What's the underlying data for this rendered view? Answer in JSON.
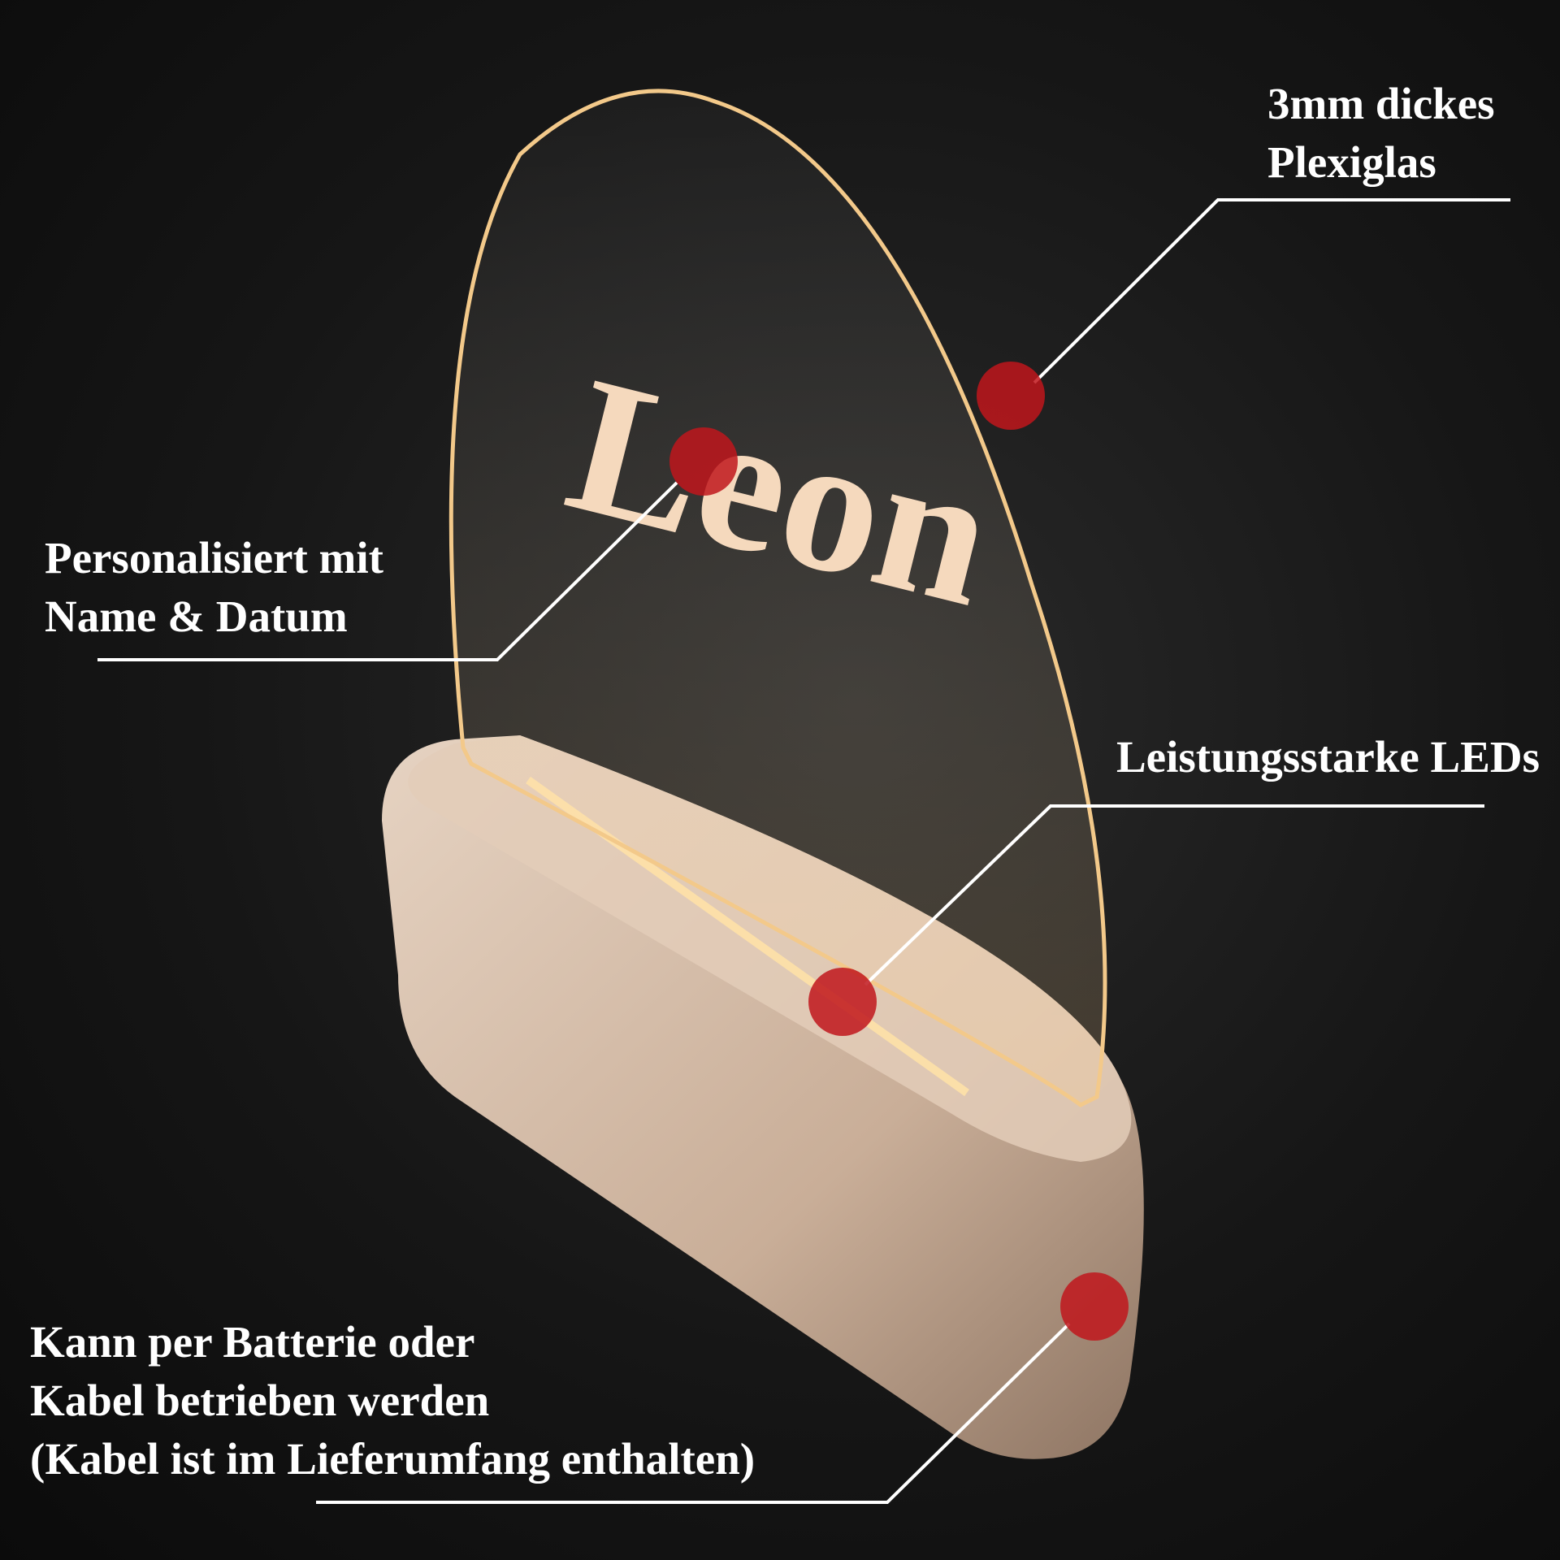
{
  "engraving": {
    "name": "Leon"
  },
  "callouts": {
    "thickness": {
      "line1": "3mm dickes",
      "line2": "Plexiglas"
    },
    "personalized": {
      "line1": "Personalisiert mit",
      "line2": "Name & Datum"
    },
    "leds": {
      "line1": "Leistungsstarke LEDs"
    },
    "power": {
      "line1": "Kann per Batterie oder",
      "line2": "Kabel betrieben werden",
      "line3": "(Kabel ist im Lieferumfang enthalten)"
    }
  },
  "colors": {
    "marker": "#c0161c",
    "line": "#ffffff",
    "wood": "#d8c2ae",
    "glow": "#ffcf8a"
  }
}
